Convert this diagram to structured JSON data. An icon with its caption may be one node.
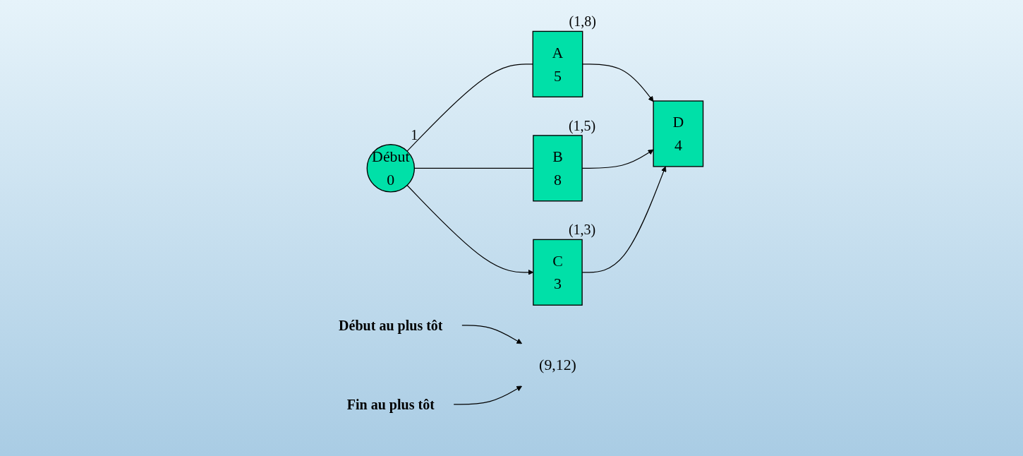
{
  "diagram": {
    "nodes": [
      {
        "text": [
          "Début",
          "0"
        ],
        "beside": [
          "1"
        ]
      },
      {
        "text": [
          "A",
          "5"
        ],
        "beside": [
          "(1,8)"
        ]
      },
      {
        "text": [
          "B",
          "8"
        ],
        "beside": [
          "(1,5)"
        ]
      },
      {
        "text": [
          "C",
          "3"
        ],
        "beside": [
          "(1,3)"
        ]
      },
      {
        "text": [
          "D",
          "4"
        ]
      },
      {
        "text": [
          "(9,12)"
        ]
      },
      {
        "text": [
          "Début au plus tôt"
        ]
      },
      {
        "text": [
          "Fin au plus tôt"
        ]
      }
    ],
    "edges": [
      {
        "from": 0,
        "to": 1,
        "arrow": "none"
      },
      {
        "from": 0,
        "to": 2,
        "arrow": "none"
      },
      {
        "from": 0,
        "to": 3,
        "arrow": "to"
      },
      {
        "from": 1,
        "to": 4,
        "arrow": "to"
      },
      {
        "from": 2,
        "to": 4,
        "arrow": "to"
      },
      {
        "from": 3,
        "to": 4,
        "arrow": "to"
      },
      {
        "from": 6,
        "to": 5,
        "arrow": "to"
      },
      {
        "from": 7,
        "to": 5,
        "arrow": "to"
      }
    ]
  }
}
